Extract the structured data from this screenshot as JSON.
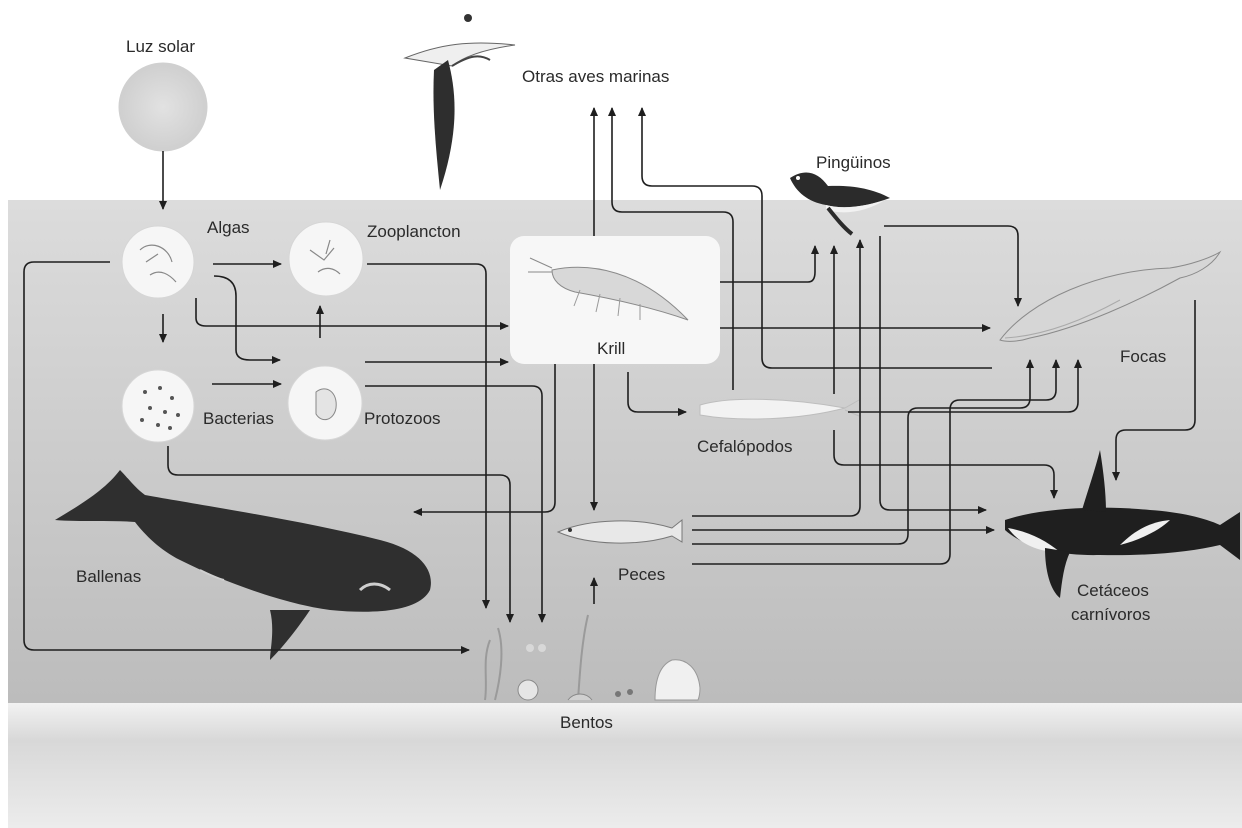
{
  "labels": {
    "luz_solar": "Luz solar",
    "otras_aves": "Otras aves marinas",
    "pinguinos": "Pingüinos",
    "algas": "Algas",
    "zooplancton": "Zooplancton",
    "krill": "Krill",
    "bacterias": "Bacterias",
    "protozoos": "Protozoos",
    "cefalopodos": "Cefalópodos",
    "focas": "Focas",
    "ballenas": "Ballenas",
    "peces": "Peces",
    "cetaceos_1": "Cetáceos",
    "cetaceos_2": "carnívoros",
    "bentos": "Bentos"
  },
  "colors": {
    "sky": "#ffffff",
    "water_top": "#d9d9d9",
    "water_bottom": "#bdbdbd",
    "seafloor": "#e6e6e6",
    "arrow": "#1e1e1e",
    "text": "#2a2a2a"
  }
}
